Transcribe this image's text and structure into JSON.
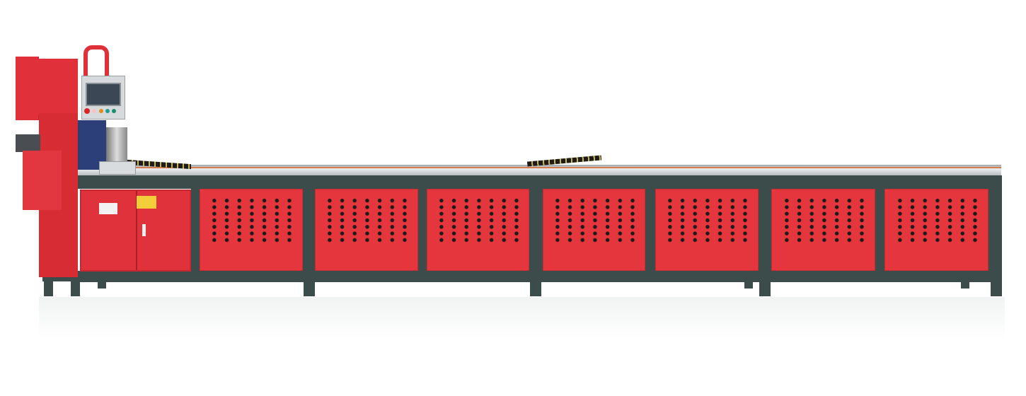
{
  "colors": {
    "machine_red": "#e0303a",
    "frame_steel": "#3b4c4b",
    "rail_silver": "#c9ccce",
    "motor_blue": "#2c3f78"
  },
  "panels": {
    "count": 7,
    "hole_rows": 7,
    "hole_cols": 7
  }
}
